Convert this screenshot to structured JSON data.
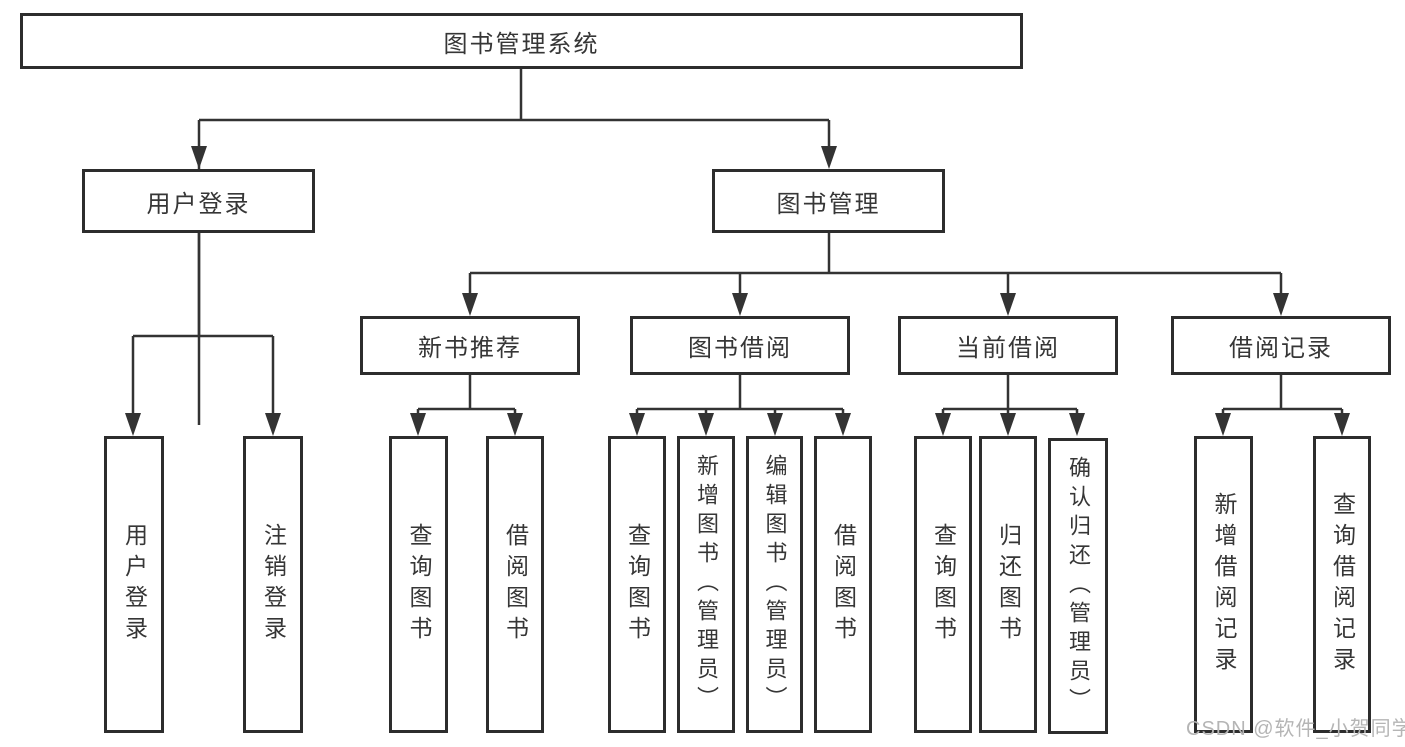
{
  "diagram": {
    "watermark": "CSDN @软件_小贺同学",
    "colors": {
      "line": "#333333",
      "box_border": "#2d2d2d",
      "box_fill": "#ffffff",
      "text": "#363636",
      "watermark_text": "#b5b5b5",
      "background": "#ffffff"
    },
    "root": {
      "label": "图书管理系统"
    },
    "branches": [
      {
        "label": "用户登录",
        "children": [
          {
            "label": "用户登录"
          },
          {
            "label": "注销登录"
          }
        ]
      },
      {
        "label": "图书管理",
        "children": [
          {
            "label": "新书推荐",
            "children": [
              {
                "label": "查询图书"
              },
              {
                "label": "借阅图书"
              }
            ]
          },
          {
            "label": "图书借阅",
            "children": [
              {
                "label": "查询图书"
              },
              {
                "label": "新增图书（管理员）"
              },
              {
                "label": "编辑图书（管理员）"
              },
              {
                "label": "借阅图书"
              }
            ]
          },
          {
            "label": "当前借阅",
            "children": [
              {
                "label": "查询图书"
              },
              {
                "label": "归还图书"
              },
              {
                "label": "确认归还（管理员）"
              }
            ]
          },
          {
            "label": "借阅记录",
            "children": [
              {
                "label": "新增借阅记录"
              },
              {
                "label": "查询借阅记录"
              }
            ]
          }
        ]
      }
    ]
  }
}
